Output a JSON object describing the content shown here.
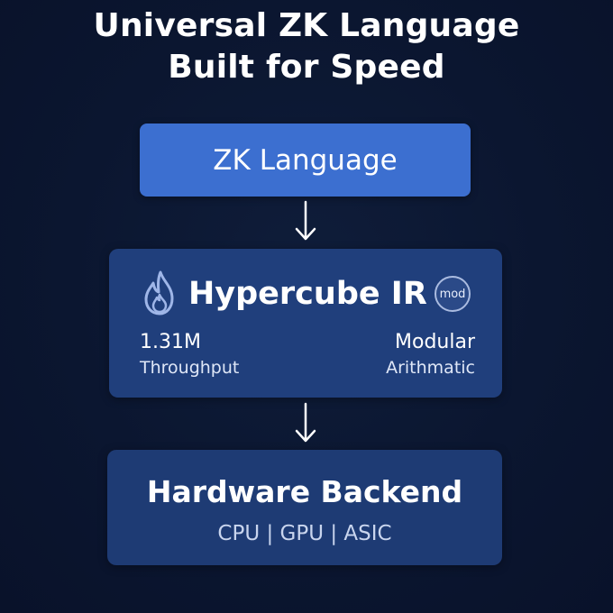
{
  "title": {
    "line1": "Universal ZK Language",
    "line2": "Built for Speed"
  },
  "language_box": {
    "label": "ZK Language"
  },
  "ir_box": {
    "icon": "flame-icon",
    "title": "Hypercube IR",
    "badge": "mod",
    "left_stat": {
      "value": "1.31M",
      "label": "Throughput"
    },
    "right_stat": {
      "value": "Modular",
      "label": "Arithmatic"
    }
  },
  "hardware_box": {
    "title": "Hardware Backend",
    "targets": "CPU | GPU | ASIC"
  },
  "colors": {
    "background": "#0b1630",
    "language_box": "#3c6fd0",
    "ir_box": "#203f7c",
    "hardware_box": "#1e3b74",
    "flame": "#9fb6e8"
  }
}
